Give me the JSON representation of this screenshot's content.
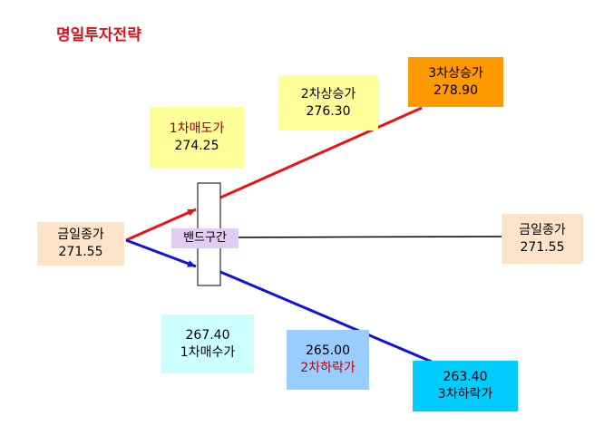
{
  "title": "명일투자전략",
  "band": {
    "label": "밴드구간"
  },
  "boxes": {
    "today_close_left": {
      "label": "금일종가",
      "value": "271.55"
    },
    "sell_1": {
      "label": "1차매도가",
      "value": "274.25"
    },
    "rise_2": {
      "label": "2차상승가",
      "value": "276.30"
    },
    "rise_3": {
      "label": "3차상승가",
      "value": "278.90"
    },
    "today_close_right": {
      "label": "금일종가",
      "value": "271.55"
    },
    "buy_1": {
      "value": "267.40",
      "label": "1차매수가"
    },
    "fall_2": {
      "value": "265.00",
      "label": "2차하락가"
    },
    "fall_3": {
      "value": "263.40",
      "label": "3차하락가"
    }
  },
  "colors": {
    "title": "#e0101a",
    "rise_line": "#ee1111",
    "fall_line": "#1111dd",
    "neutral_line": "#000000",
    "close_box": "#fde4c9",
    "sell_box": "#ffff99",
    "rise_2_box": "#ffff99",
    "rise_3_box": "#ff9900",
    "buy_box": "#ccffff",
    "fall_2_box": "#99ccff",
    "fall_3_box": "#00ccff",
    "band_label": "#e2cdf2"
  }
}
